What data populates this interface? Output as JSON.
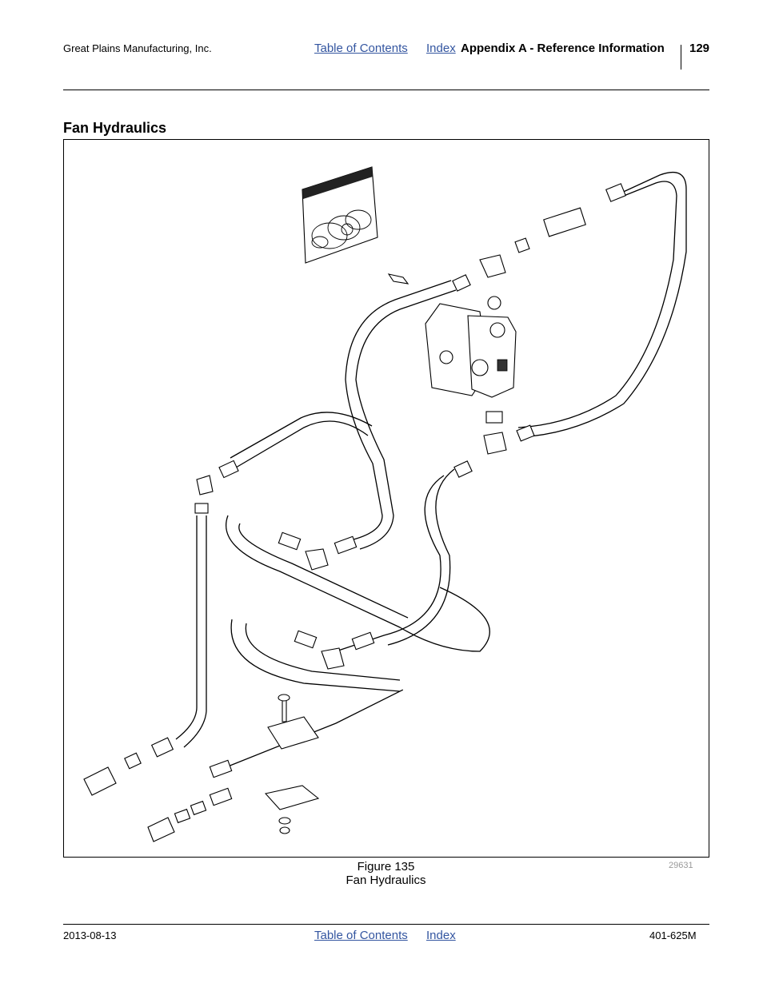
{
  "header": {
    "company": "Great Plains Manufacturing, Inc.",
    "toc_link": "Table of Contents",
    "index_link": "Index",
    "section": "Appendix A - Reference Information",
    "page_number": "129"
  },
  "title": "Fan Hydraulics",
  "figure": {
    "caption_number": "Figure 135",
    "caption_title": "Fan Hydraulics",
    "art_number": "29631"
  },
  "footer": {
    "date": "2013-08-13",
    "toc_link": "Table of Contents",
    "index_link": "Index",
    "doc_number": "401-625M"
  }
}
